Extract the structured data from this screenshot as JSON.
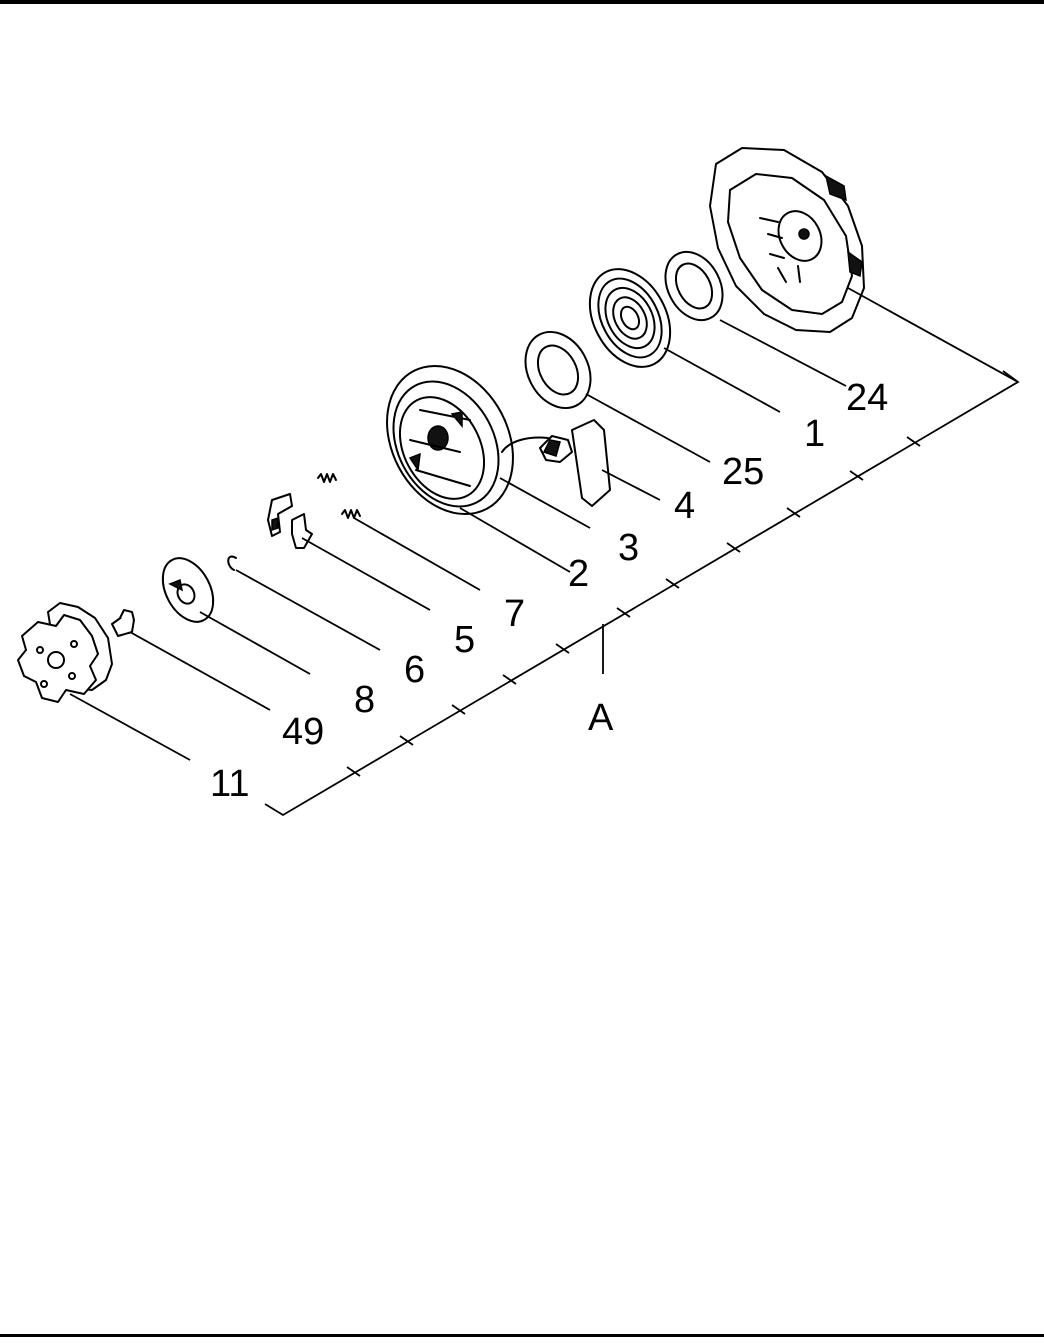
{
  "callouts": {
    "p11": "11",
    "p49": "49",
    "p8": "8",
    "p6": "6",
    "p5": "5",
    "p7": "7",
    "p2": "2",
    "p3": "3",
    "p4": "4",
    "p25": "25",
    "p1": "1",
    "p24": "24",
    "assembly": "A"
  }
}
